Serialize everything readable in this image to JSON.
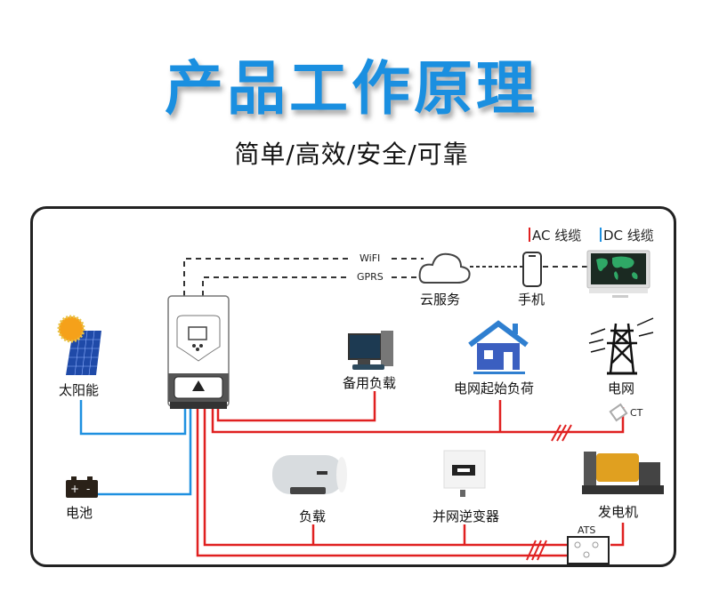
{
  "header": {
    "title": "产品工作原理",
    "subtitle": "简单/高效/安全/可靠"
  },
  "legend": {
    "ac": {
      "label": "AC 线缆",
      "color": "#e02020"
    },
    "dc": {
      "label": "DC 线缆",
      "color": "#1e90e0"
    }
  },
  "links": {
    "wifi": "WiFI",
    "gprs": "GPRS"
  },
  "nodes": {
    "cloud": "云服务",
    "phone": "手机",
    "solar": "太阳能",
    "battery": "电池",
    "backup_load": "备用负载",
    "grid_start_load": "电网起始负荷",
    "grid": "电网",
    "ct": "CT",
    "load": "负载",
    "grid_inverter": "并网逆变器",
    "generator": "发电机",
    "ats": "ATS"
  },
  "colors": {
    "title": "#1a8fe0",
    "ac_wire": "#e02020",
    "dc_wire": "#1e90e0"
  }
}
